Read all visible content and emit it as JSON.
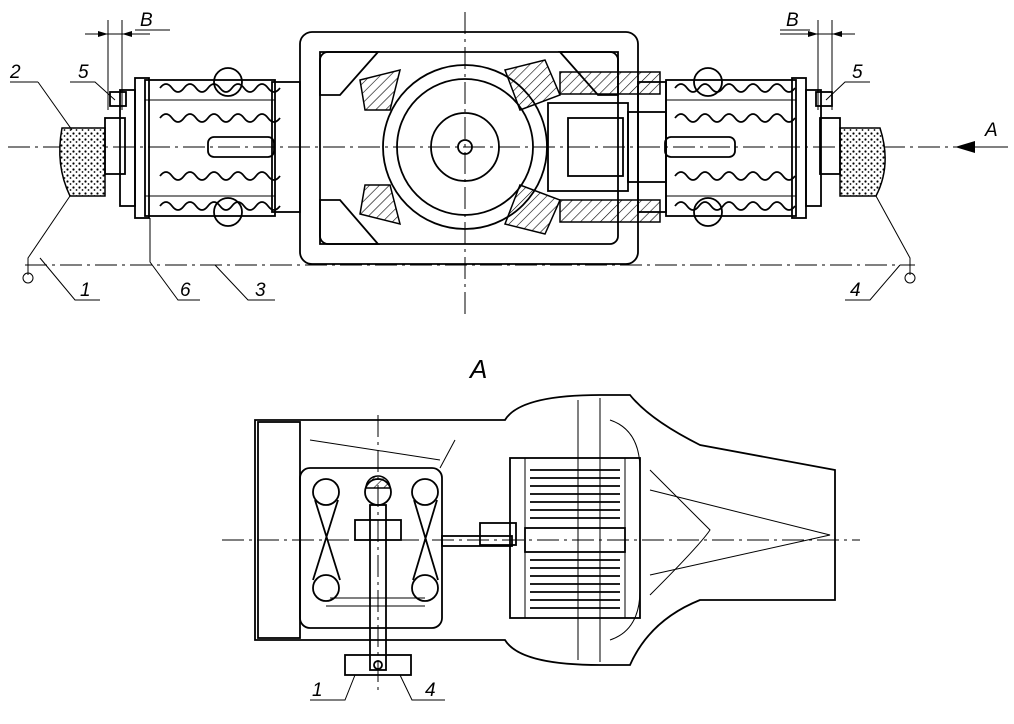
{
  "top_view": {
    "dimension_labels": {
      "left": "B",
      "right": "B"
    },
    "view_arrow_label": "A",
    "callouts": {
      "c1": "1",
      "c2": "2",
      "c3": "3",
      "c4": "4",
      "c5_left": "5",
      "c5_right": "5",
      "c6": "6"
    }
  },
  "view_a": {
    "title": "A",
    "callouts": {
      "c1": "1",
      "c4": "4"
    }
  }
}
